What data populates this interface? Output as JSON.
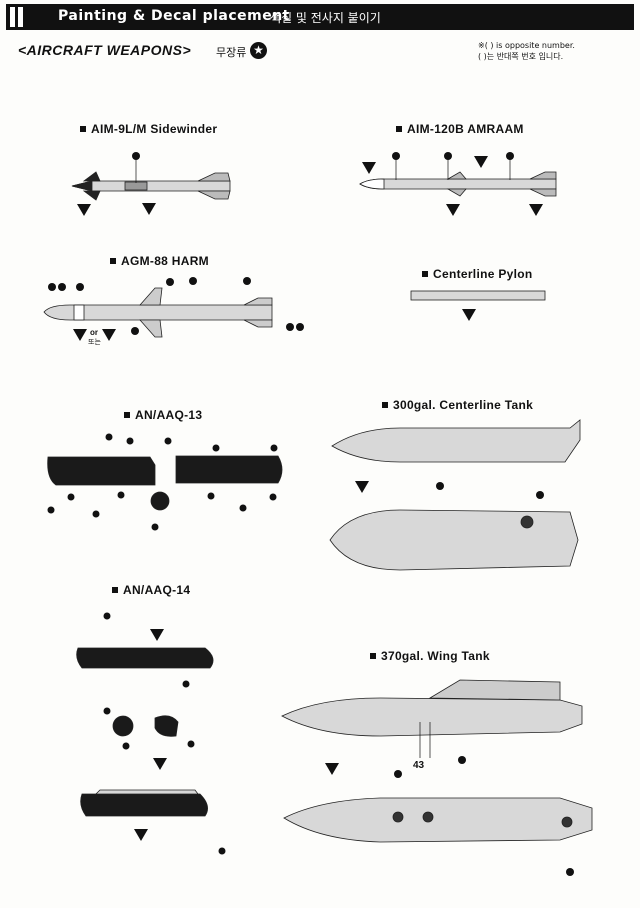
{
  "header": {
    "title": "Painting & Decal placement",
    "title_ko": "색칠 및 전사지 붙이기"
  },
  "section": {
    "title": "<AIRCRAFT WEAPONS>",
    "title_ko": "무장류"
  },
  "note": {
    "line1": "※( ) is opposite number.",
    "line2": "( )는 반대쪽 번호 입니다."
  },
  "weapons": {
    "aim9": "AIM-9L/M Sidewinder",
    "aim120": "AIM-120B AMRAAM",
    "agm88": "AGM-88 HARM",
    "pylon": "Centerline Pylon",
    "aaq13": "AN/AAQ-13",
    "tank300": "300gal. Centerline Tank",
    "aaq14": "AN/AAQ-14",
    "tank370": "370gal. Wing Tank"
  },
  "harm_or": {
    "en": "or",
    "ko": "또는"
  },
  "callout_43": "43",
  "icons": {
    "star": "star-icon",
    "pointer": "paint-marker-triangle-icon",
    "callout": "decal-number-icon"
  }
}
